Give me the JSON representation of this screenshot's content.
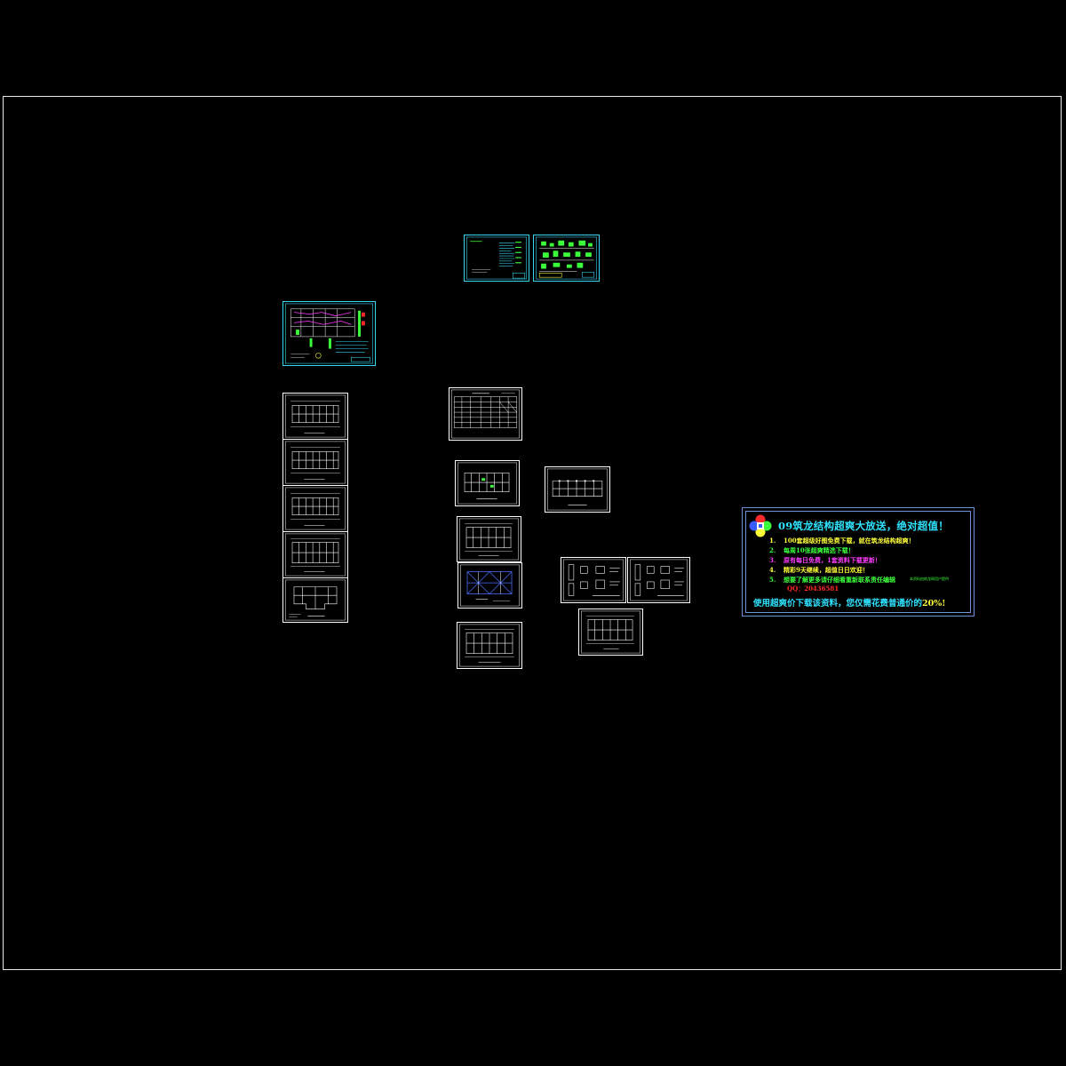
{
  "colors": {
    "background": "#000000",
    "frame": "#e8e8e8",
    "sheet_border": "#ffffff",
    "sheet_border_cyan": "#38d6f0",
    "ad_title": "#2fe3ff",
    "ad_border": "#6f8fd8"
  },
  "drawing_sheets": [
    {
      "id": "general-notes",
      "kind": "notes"
    },
    {
      "id": "detail-sheet-green",
      "kind": "details-color"
    },
    {
      "id": "site-plan-color",
      "kind": "plan-color"
    },
    {
      "id": "floor-plan-1",
      "kind": "plan"
    },
    {
      "id": "floor-plan-2",
      "kind": "plan"
    },
    {
      "id": "floor-plan-3",
      "kind": "plan"
    },
    {
      "id": "floor-plan-4",
      "kind": "plan"
    },
    {
      "id": "floor-plan-5",
      "kind": "plan"
    },
    {
      "id": "schedule-table",
      "kind": "table"
    },
    {
      "id": "beam-plan-1",
      "kind": "plan"
    },
    {
      "id": "beam-plan-2",
      "kind": "plan"
    },
    {
      "id": "slab-plan-blue",
      "kind": "plan-blue"
    },
    {
      "id": "beam-plan-3",
      "kind": "plan"
    },
    {
      "id": "column-plan",
      "kind": "plan"
    },
    {
      "id": "detail-sheet-1",
      "kind": "details"
    },
    {
      "id": "detail-sheet-2",
      "kind": "details"
    },
    {
      "id": "roof-plan",
      "kind": "plan"
    }
  ],
  "ad": {
    "logo": "flower-logo-icon",
    "title": "09筑龙结构超爽大放送，绝对超值！",
    "items": [
      {
        "num": "1.",
        "text": "100套超级好图免费下载，就在筑龙结构超爽！",
        "color": "#ffff3a"
      },
      {
        "num": "2.",
        "text": "每周10张超爽精选下载！",
        "color": "#3cff3c"
      },
      {
        "num": "3.",
        "text": "原有每日免费，1套资料下载更新！",
        "color": "#ff3cff"
      },
      {
        "num": "4.",
        "text": "精彩9天继续，超值日日欢迎！",
        "color": "#ffff3a"
      },
      {
        "num": "5.",
        "text": "想要了解更多请仔细看重新联系责任编辑",
        "color": "#3cff3c"
      }
    ],
    "qq": "QQ：20436581",
    "small_note": "本资料由筑龙网用户提供",
    "footer_text": "使用超爽价下载该资料，您仅需花费普通价的",
    "footer_pct": "20%!"
  }
}
